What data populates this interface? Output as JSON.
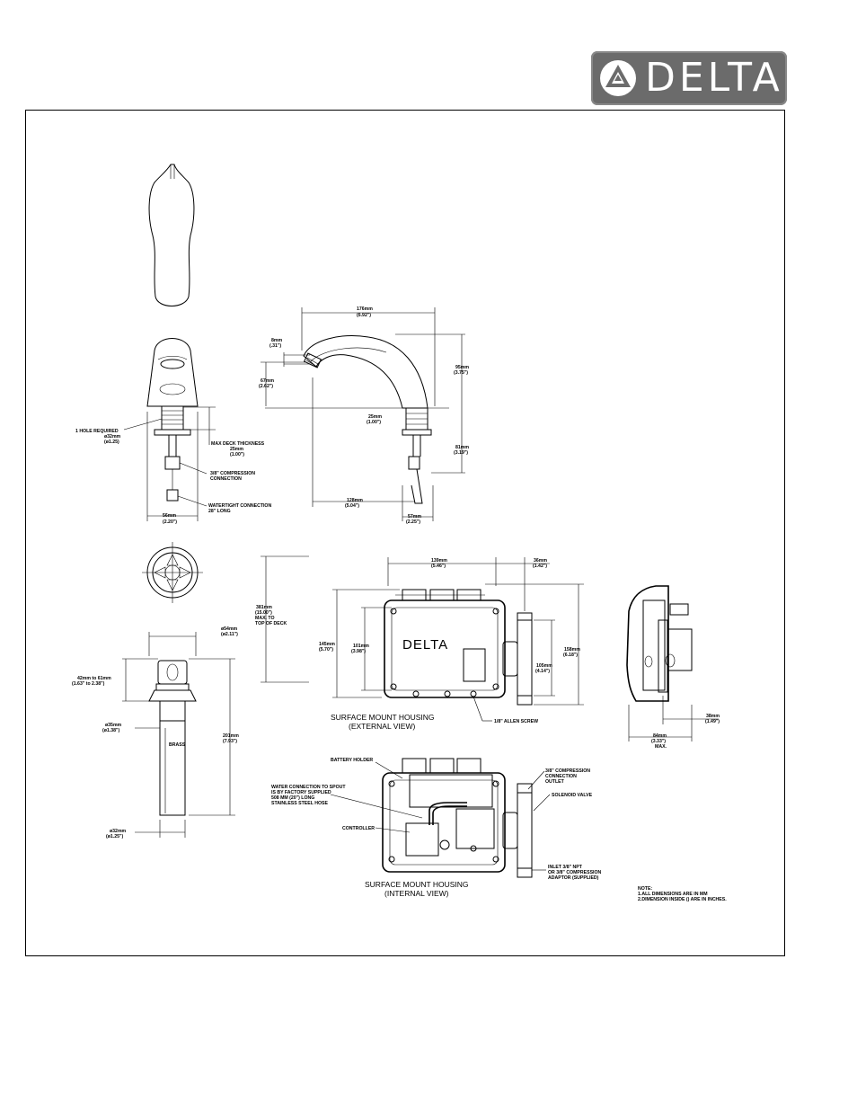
{
  "brand": {
    "name": "DELTA",
    "logo_color": "#6b6b6b"
  },
  "faucet_front": {
    "hole_required": "1 HOLE REQUIRED",
    "hole_dia_mm": "ø32mm",
    "hole_dia_in": "(ø1.25)",
    "max_deck_title": "MAX DECK THICKNESS",
    "max_deck_mm": "25mm",
    "max_deck_in": "(1.00\")",
    "compression_1": "3/8\" COMPRESSION",
    "compression_2": "CONNECTION",
    "watertight_1": "WATERTIGHT CONNECTION",
    "watertight_2": "28\" LONG",
    "base_mm": "56mm",
    "base_in": "(2.20\")"
  },
  "faucet_side": {
    "length_mm": "176mm",
    "length_in": "(6.92\")",
    "aerator_mm": "8mm",
    "aerator_in": "(.31\")",
    "spout_mm": "67mm",
    "spout_in": "(2.62\")",
    "height_mm": "95mm",
    "height_in": "(3.75\")",
    "shank_mm": "25mm",
    "shank_in": "(1.00\")",
    "below_mm": "81mm",
    "below_in": "(3.19\")",
    "reach_mm": "128mm",
    "reach_in": "(5.04\")",
    "base_mm": "57mm",
    "base_in": "(2.25\")"
  },
  "drain": {
    "top_mm": "ø54mm",
    "top_in": "(ø2.11\")",
    "range_mm": "42mm  to  61mm",
    "range_in": "(1.63\"  to  2.38\")",
    "body_mm": "ø35mm",
    "body_in": "(ø1.38\")",
    "length_mm": "201mm",
    "length_in": "(7.93\")",
    "tail_mm": "ø32mm",
    "tail_in": "(ø1.25\")",
    "tag": "BRASS"
  },
  "install": {
    "max_mm": "381mm",
    "max_in": "(15.00\")",
    "max_2": "MAX. TO",
    "max_3": "TOP OF DECK"
  },
  "housing_external": {
    "width_mm": "139mm",
    "width_in": "(5.46\")",
    "side_mm": "36mm",
    "side_in": "(1.42\")",
    "height_mm": "145mm",
    "height_in": "(5.70\")",
    "inner_mm": "101mm",
    "inner_in": "(3.98\")",
    "valve_mm": "105mm",
    "valve_in": "(4.14\")",
    "total_mm": "158mm",
    "total_in": "(6.18\")",
    "screw": "1/8\" ALLEN SCREW",
    "title_1": "SURFACE  MOUNT  HOUSING",
    "title_2": "(EXTERNAL  VIEW)"
  },
  "housing_side": {
    "offset_mm": "38mm",
    "offset_in": "(1.49\")",
    "depth_mm": "84mm",
    "depth_in": "(3.33\")",
    "depth_max": "MAX."
  },
  "housing_internal": {
    "battery": "BATTERY HOLDER",
    "water_1": "WATER CONNECTION TO SPOUT",
    "water_2": "IS BY FACTORY SUPPLIED",
    "water_3": "508 MM (20\") LONG",
    "water_4": "STAINLESS STEEL HOSE",
    "controller": "CONTROLLER",
    "outlet_1": "3/8\" COMPRESSION",
    "outlet_2": "CONNECTION",
    "outlet_3": "OUTLET",
    "solenoid": "SOLENOID VALVE",
    "inlet_1": "INLET 3/8\" NPT",
    "inlet_2": "OR 3/8\" COMPRESSION",
    "inlet_3": "ADAPTOR (SUPPLIED)",
    "title_1": "SURFACE  MOUNT  HOUSING",
    "title_2": "(INTERNAL  VIEW)"
  },
  "notes": {
    "heading": "NOTE:",
    "line1": "1.ALL  DIMENSIONS  ARE  IN  MM",
    "line2": "2.DIMENSION  INSIDE  ()  ARE  IN  INCHES."
  }
}
